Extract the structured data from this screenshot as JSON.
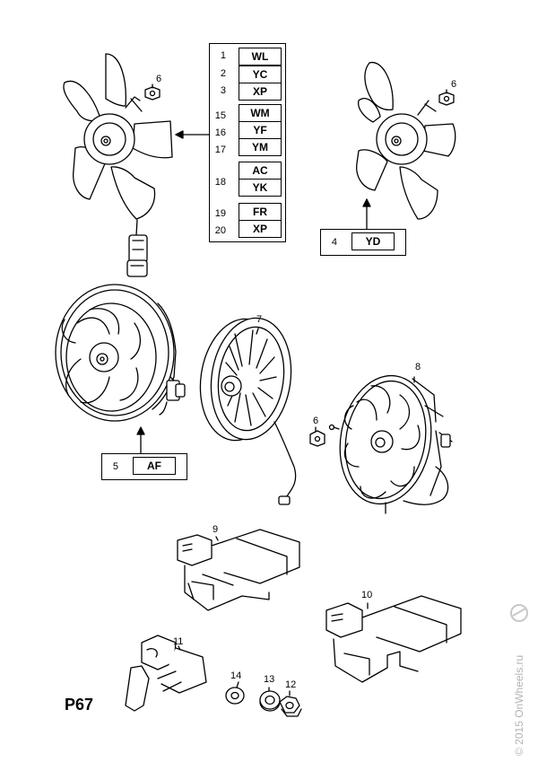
{
  "page_id": "P67",
  "watermark": "© 2015 OnWheels.ru",
  "code_table": [
    {
      "num": "1",
      "code": "WL"
    },
    {
      "num": "2",
      "code": "YC"
    },
    {
      "num": "3",
      "code": "XP"
    },
    {
      "num": "15",
      "code": "WM"
    },
    {
      "num": "16",
      "code": "YF"
    },
    {
      "num": "17",
      "code": "YM"
    },
    {
      "num": "18",
      "code": "AC"
    },
    {
      "num": "",
      "code": "YK"
    },
    {
      "num": "19",
      "code": "FR"
    },
    {
      "num": "20",
      "code": "XP"
    }
  ],
  "callouts": {
    "fan_right": {
      "num": "4",
      "code": "YD"
    },
    "fan_shroud": {
      "num": "5",
      "code": "AF"
    }
  },
  "part_numbers": {
    "nut_a": "6",
    "nut_b": "6",
    "nut_c": "6",
    "fan_7": "7",
    "fan_8": "8",
    "resistor_9": "9",
    "resistor_10": "10",
    "resistor_11": "11",
    "part_12": "12",
    "part_13": "13",
    "part_14": "14"
  }
}
